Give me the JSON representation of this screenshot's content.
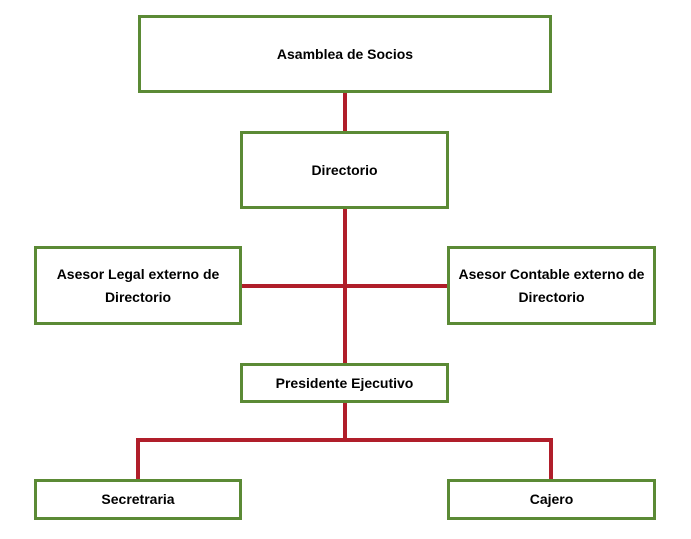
{
  "colors": {
    "box_border": "#5b8a35",
    "connector": "#b01e2a",
    "text": "#000000"
  },
  "nodes": {
    "asamblea": "Asamblea de Socios",
    "directorio": "Directorio",
    "asesor_legal": "Asesor Legal externo de Directorio",
    "asesor_contable": "Asesor Contable externo de Directorio",
    "presidente": "Presidente Ejecutivo",
    "secretaria": "Secretraria",
    "cajero": "Cajero"
  }
}
